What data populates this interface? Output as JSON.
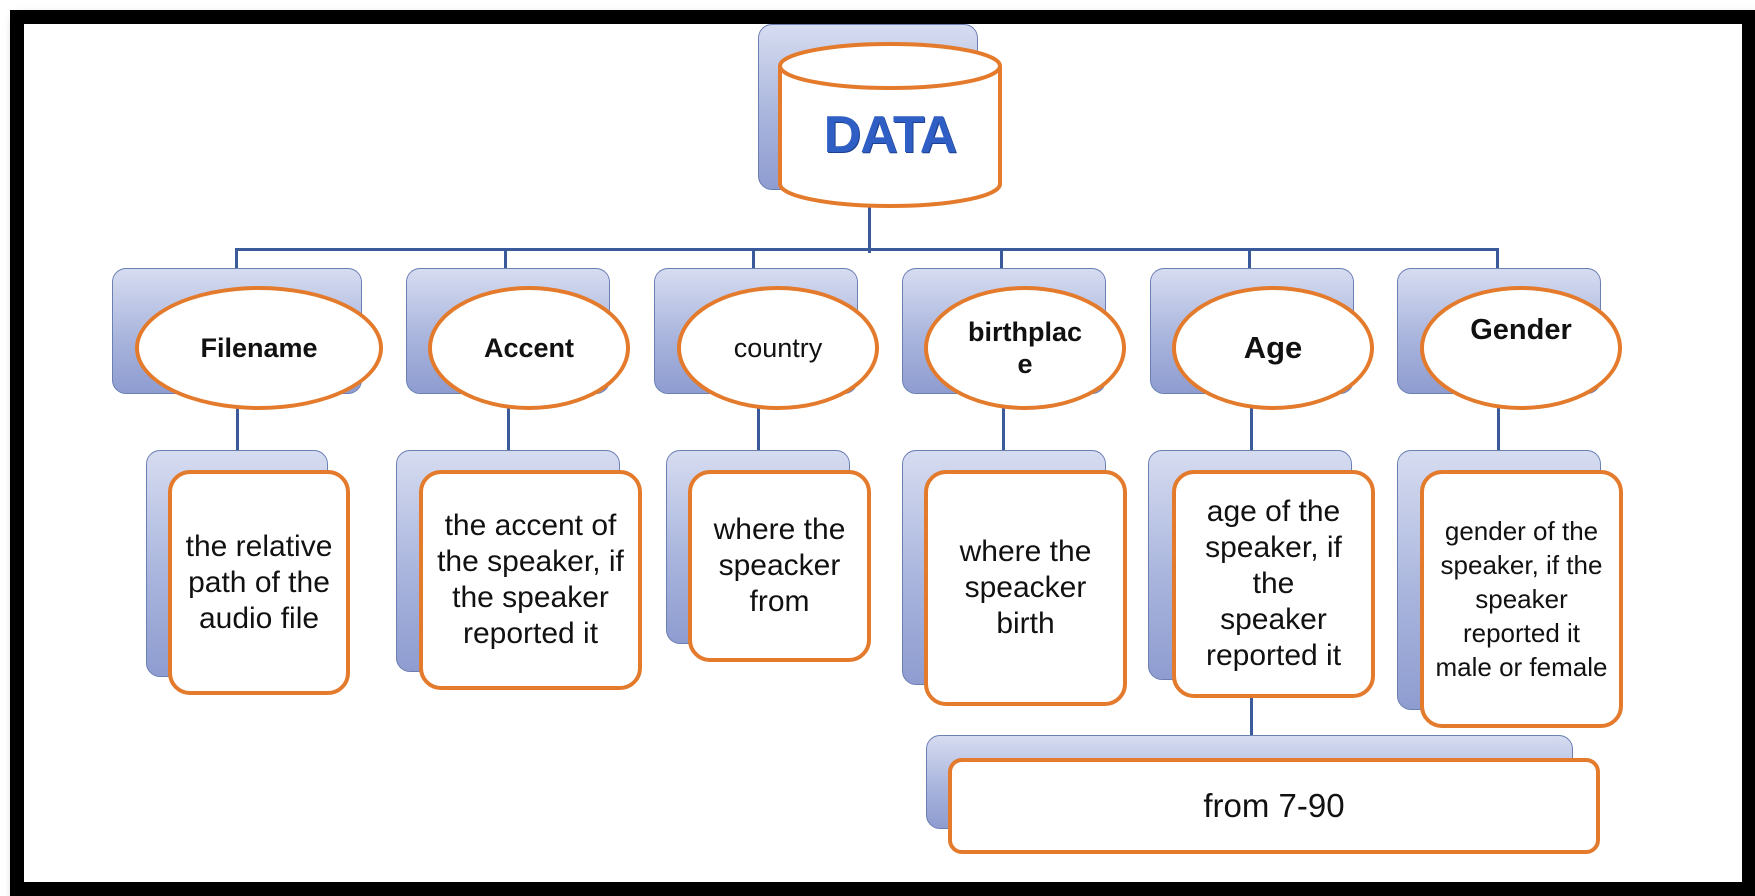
{
  "root": {
    "label": "DATA"
  },
  "fields": [
    {
      "name": "Filename",
      "description": "the relative path of the audio file"
    },
    {
      "name": "Accent",
      "description": "the accent of the speaker, if the speaker reported it"
    },
    {
      "name": "country",
      "description": "where the speacker from"
    },
    {
      "name": "birthplac e",
      "description": "where the speacker birth"
    },
    {
      "name": "Age",
      "description": "age of the speaker, if the speaker reported it"
    },
    {
      "name": "Gender",
      "description": "gender of the speaker, if the speaker reported it male or female"
    }
  ],
  "age_range": {
    "label": "from 7-90"
  },
  "colors": {
    "node_border": "#e37a2c",
    "node_back": "#a9b5dd",
    "connector": "#3b5a9a",
    "root_text": "#2f5fc4"
  }
}
